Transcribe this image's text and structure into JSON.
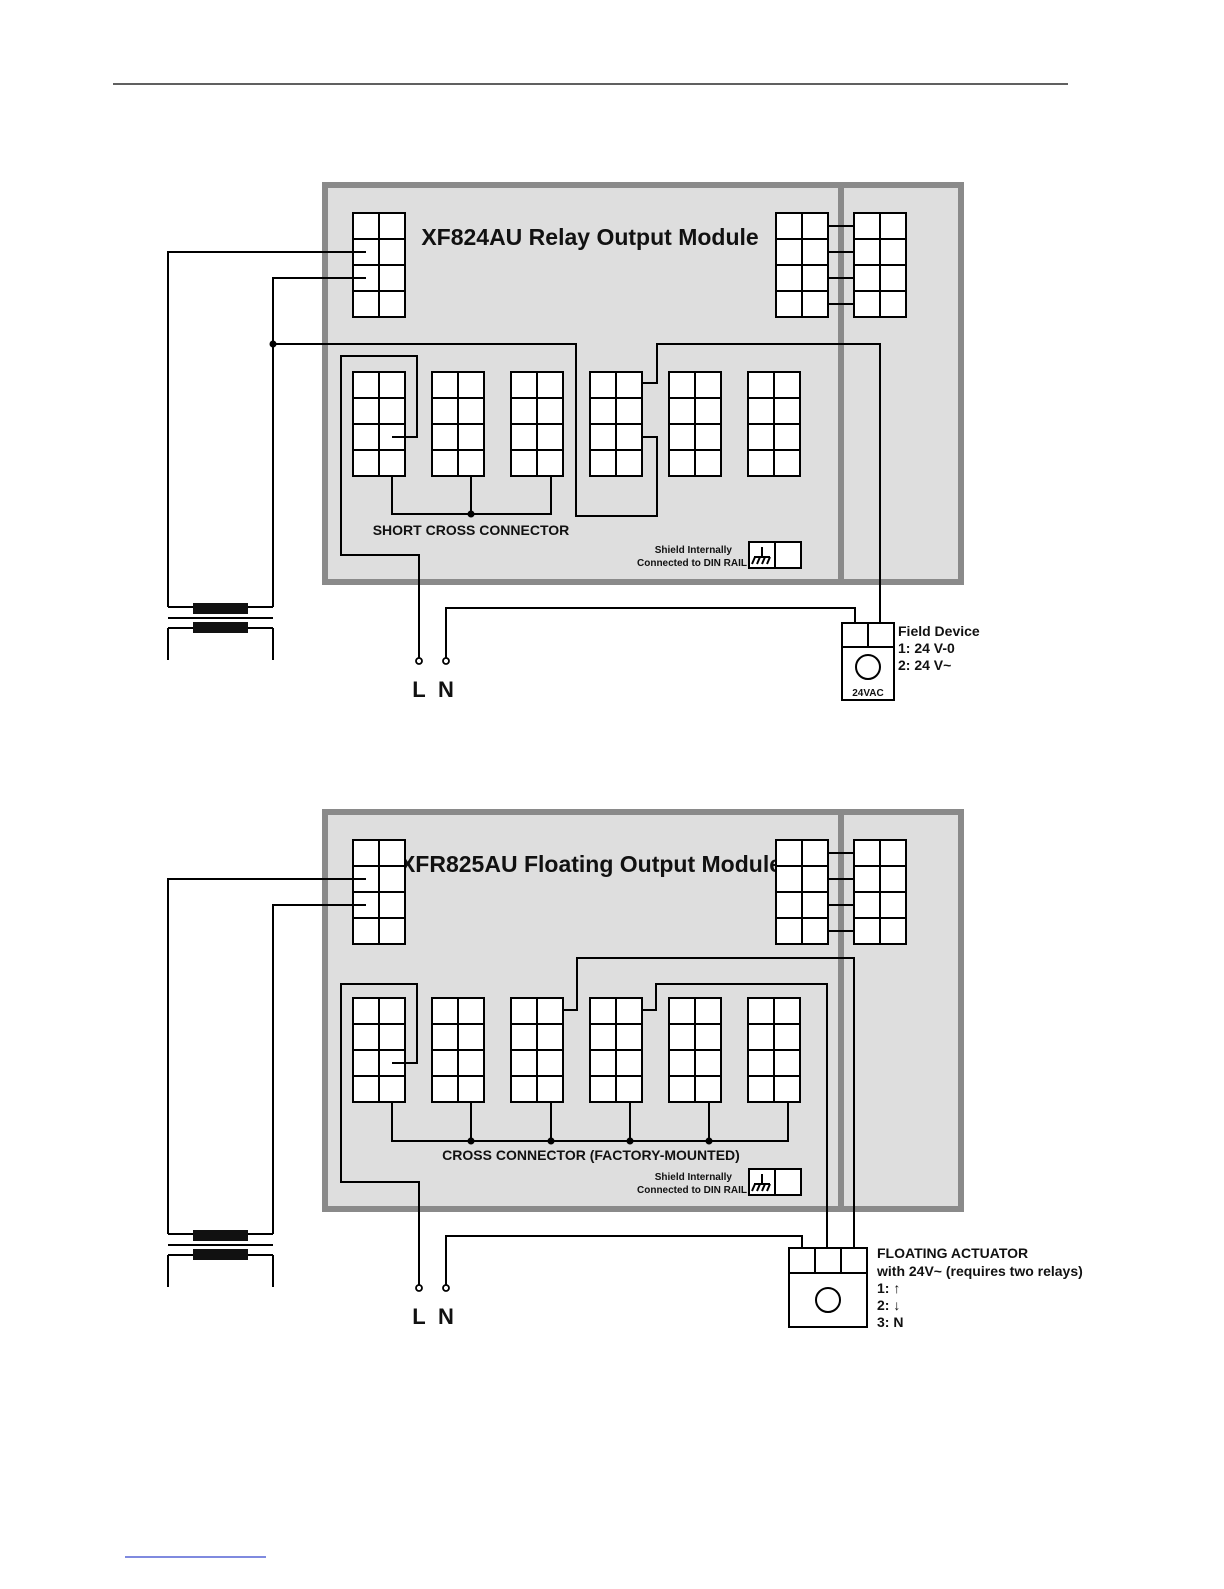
{
  "diagram1": {
    "title": "XF824AU Relay Output Module",
    "connector_label": "SHORT CROSS CONNECTOR",
    "shield_line1": "Shield Internally",
    "shield_line2": "Connected to DIN RAIL",
    "terminal_l": "L",
    "terminal_n": "N",
    "device": {
      "name": "Field Device",
      "line1": "1: 24 V-0",
      "line2": "2: 24 V~",
      "label": "24VAC"
    }
  },
  "diagram2": {
    "title": "XFR825AU Floating Output Module",
    "connector_label": "CROSS CONNECTOR (FACTORY-MOUNTED)",
    "shield_line1": "Shield Internally",
    "shield_line2": "Connected to DIN RAIL",
    "terminal_l": "L",
    "terminal_n": "N",
    "device": {
      "name": "FLOATING ACTUATOR",
      "line0": "with 24V~ (requires two relays)",
      "line1": "1: ↑",
      "line2": "2: ↓",
      "line3": "3: N"
    }
  },
  "colors": {
    "module_fill": "#dedede",
    "module_border": "#8a8a8a",
    "wire": "#000000",
    "footer_link": "#3344cc"
  }
}
